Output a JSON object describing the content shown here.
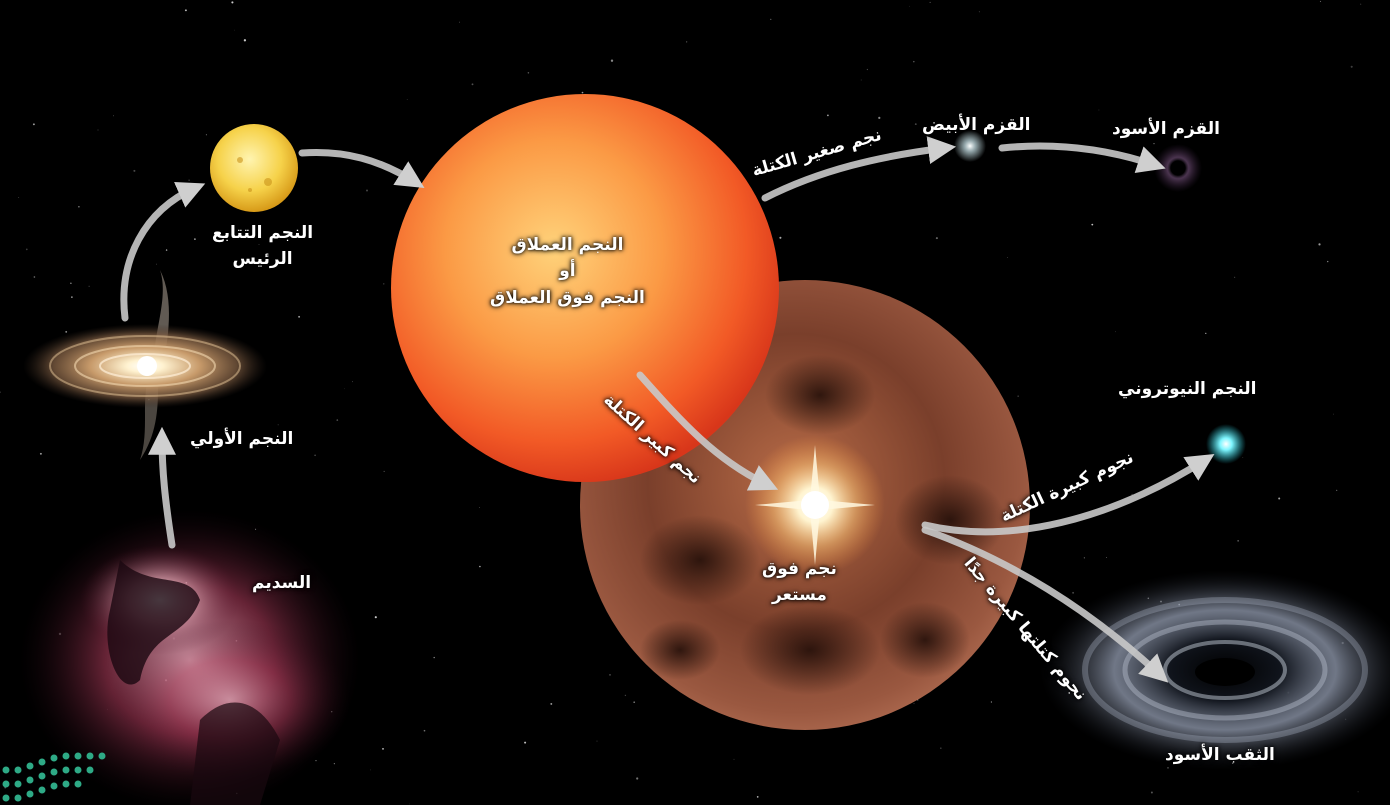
{
  "stages": {
    "nebula": "السديم",
    "protostar": "النجم الأولي",
    "main_sequence": [
      "النجم التتابع",
      "الرئيس"
    ],
    "giant": [
      "النجم العملاق",
      "أو",
      "النجم فوق العملاق"
    ],
    "white_dwarf": "القزم الأبيض",
    "black_dwarf": "القزم الأسود",
    "supernova": [
      "نجم فوق",
      "مستعر"
    ],
    "neutron_star": "النجم النيوتروني",
    "black_hole": "الثقب الأسود"
  },
  "paths": {
    "low_mass": "نجم صغير الكتلة",
    "high_mass": "نجم كبير الكتلة",
    "massive_stars": "نجوم كبيرة الكتلة",
    "very_massive_stars": "نجوم كتلتها كبيرة جدًا"
  },
  "colors": {
    "background": "#000000",
    "arrow": "#c9c9c9",
    "giant_core": "#ffd27a",
    "giant_edge": "#e23c1c",
    "supergiant": "#8a4a34",
    "neutron_star": "#7ff6ff",
    "main_sequence_star": "#f6d24a"
  }
}
